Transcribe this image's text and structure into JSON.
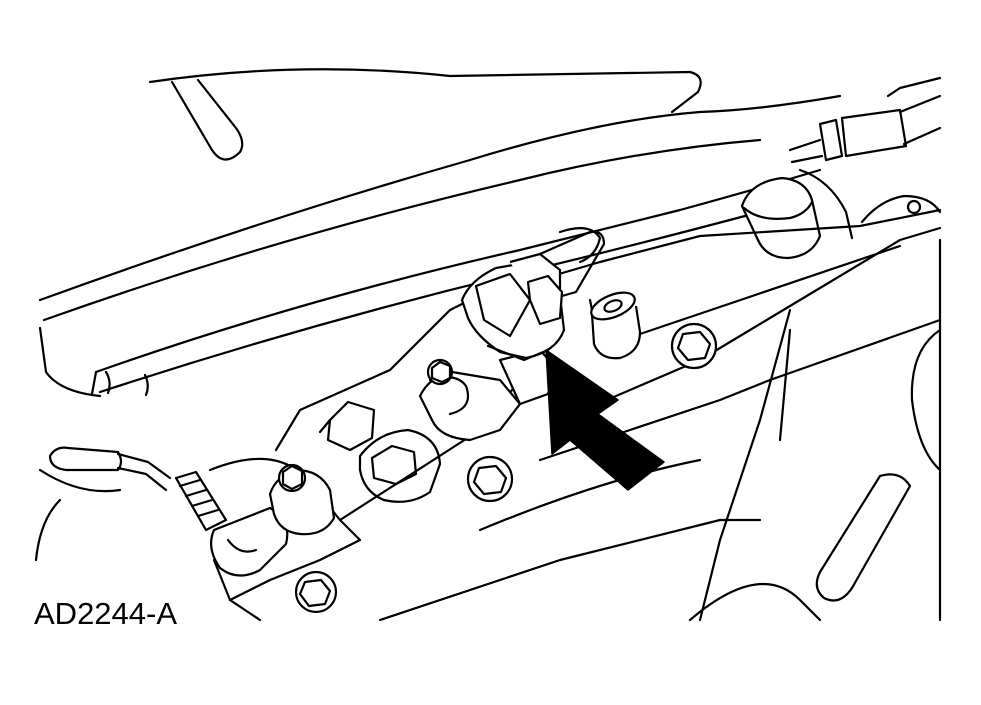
{
  "figure": {
    "code": "AD2244-A",
    "colors": {
      "line": "#000000",
      "background": "#ffffff"
    },
    "icons": [
      "arrow-indicator",
      "hex-bolt",
      "electrical-connector"
    ]
  }
}
